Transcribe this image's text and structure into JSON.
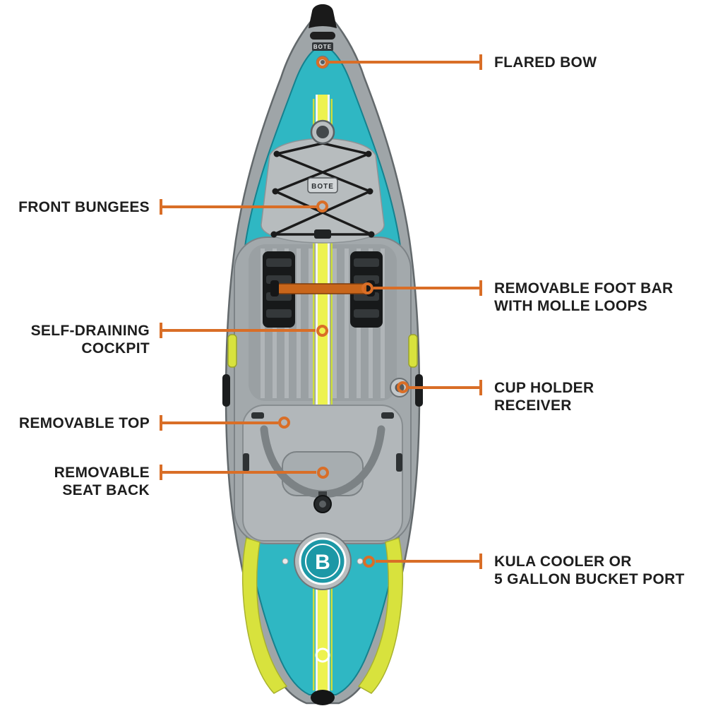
{
  "diagram": {
    "background": "#FFFFFF",
    "accent_color": "#D96E27",
    "text_color": "#1E1E1E",
    "kayak": {
      "brand": "BOTE",
      "logo_letter": "B",
      "colors": {
        "deck_teal": "#2FB7C3",
        "hull_gray": "#9FA5A8",
        "stripe_yellow": "#EDF24F",
        "accent_lime": "#D8E23D",
        "foot_bar_orange": "#C9661B"
      }
    },
    "callouts": [
      {
        "id": "flared-bow",
        "label": "FLARED BOW",
        "side": "right"
      },
      {
        "id": "front-bungees",
        "label": "FRONT BUNGEES",
        "side": "left"
      },
      {
        "id": "removable-foot-bar",
        "label": "REMOVABLE FOOT BAR\nWITH MOLLE LOOPS",
        "side": "right"
      },
      {
        "id": "self-draining-cockpit",
        "label": "SELF-DRAINING\nCOCKPIT",
        "side": "left"
      },
      {
        "id": "cup-holder-receiver",
        "label": "CUP HOLDER\nRECEIVER",
        "side": "right"
      },
      {
        "id": "removable-top",
        "label": "REMOVABLE TOP",
        "side": "left"
      },
      {
        "id": "removable-seat-back",
        "label": "REMOVABLE\nSEAT BACK",
        "side": "left"
      },
      {
        "id": "kula-cooler-port",
        "label": "KULA COOLER OR\n5 GALLON BUCKET PORT",
        "side": "right"
      }
    ]
  }
}
